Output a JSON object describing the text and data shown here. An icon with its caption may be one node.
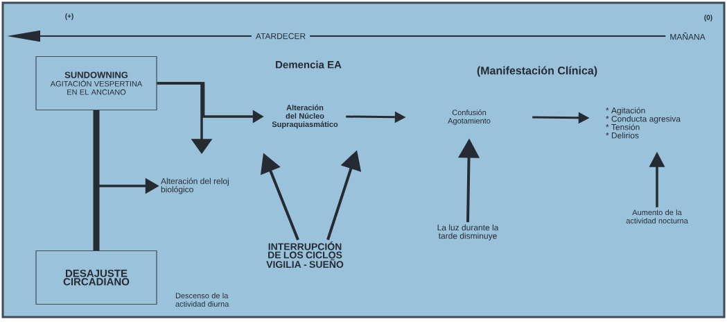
{
  "diagram": {
    "nodes": [
      {
        "text": [
          "SUNDOWNING",
          "AGITACIÓN VESPERTINA EN EL ANCIANO"
        ]
      },
      {
        "text": [
          "DESAJUSTE CIRCADIANO"
        ]
      },
      {
        "text": [
          "Alteración del reloj biológico"
        ]
      },
      {
        "text": [
          "Alteración del Núcleo Supraquiasmático"
        ]
      },
      {
        "text": [
          "INTERRUPCIÓN DE LOS CICLOS VIGILIA - SUEÑO"
        ]
      },
      {
        "text": [
          "Confusión Agotamiento"
        ]
      },
      {
        "text": [
          "* Agitación",
          "* Conducta agresiva",
          "* Tensión",
          "* Delirios"
        ]
      },
      {
        "text": [
          "La luz durante la tarde disminuye"
        ]
      },
      {
        "text": [
          "Aumento de la actividad nocturna"
        ]
      }
    ],
    "edges": [
      {
        "from": 0,
        "to": 1,
        "arrow": "none",
        "style": "thick"
      },
      {
        "from": 1,
        "to": 2,
        "arrow": "to"
      },
      {
        "from": 0,
        "to": 3,
        "arrow": "to"
      },
      {
        "from": 0,
        "to": 2,
        "arrow": "to"
      },
      {
        "from": 3,
        "to": 5,
        "arrow": "to"
      },
      {
        "from": 5,
        "to": 6,
        "arrow": "to"
      },
      {
        "from": 4,
        "to": 3,
        "arrow": "to"
      },
      {
        "from": 4,
        "to": 3,
        "arrow": "to"
      },
      {
        "from": 7,
        "to": 5,
        "arrow": "to"
      },
      {
        "from": 8,
        "to": 6,
        "arrow": "to"
      }
    ],
    "labels": [
      "(+)",
      "(0)",
      "ATARDECER",
      "MAÑANA",
      "Demencia EA",
      "(Manifestación Clínica)",
      "Descenso de la actividad diurna"
    ]
  }
}
